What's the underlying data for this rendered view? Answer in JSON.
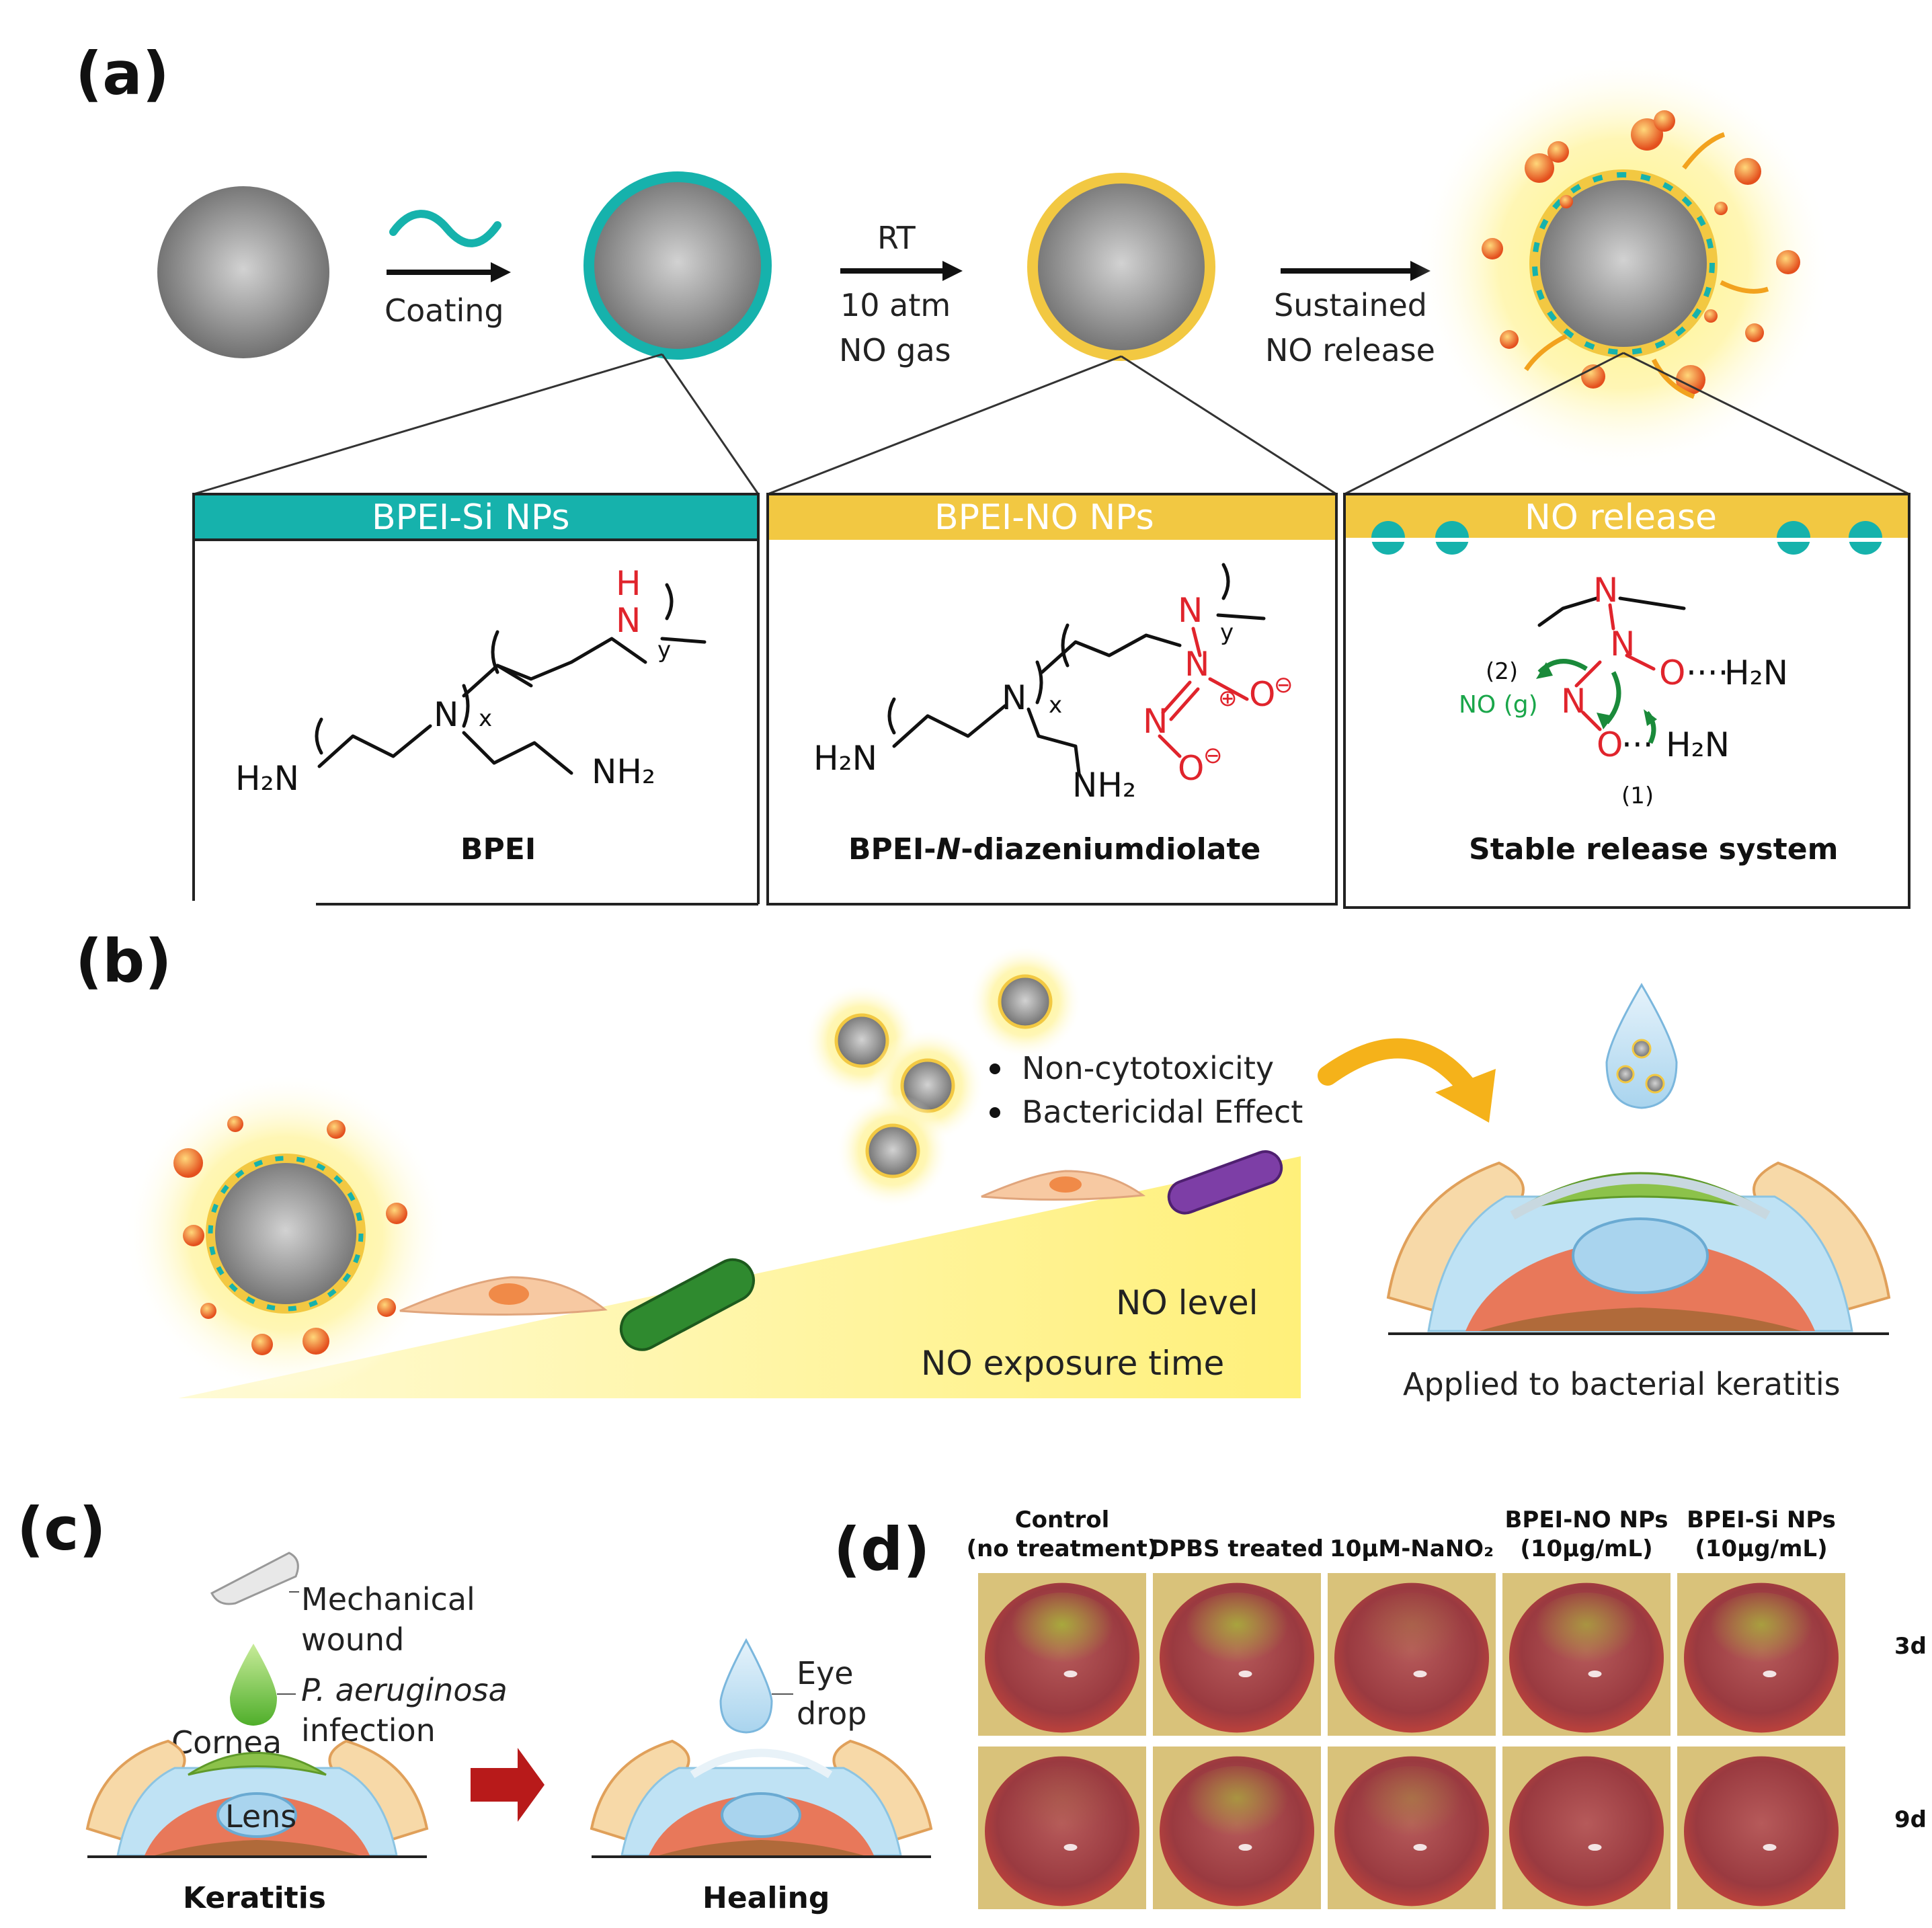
{
  "panels": {
    "a": "(a)",
    "b": "(b)",
    "c": "(c)",
    "d": "(d)"
  },
  "panel_a": {
    "step1": "Coating",
    "step2_line1": "RT",
    "step2_line2": "10 atm",
    "step2_line3": "NO gas",
    "step3_line1": "Sustained",
    "step3_line2": "NO release",
    "box1_header": "BPEI-Si NPs",
    "box1_caption": "BPEI",
    "box2_header": "BPEI-NO NPs",
    "box2_caption_pre": "BPEI-",
    "box2_caption_ital": "N",
    "box2_caption_post": "-diazeniumdiolate",
    "box3_header": "NO release",
    "box3_caption": "Stable release system",
    "chem": {
      "h2n": "H₂N",
      "nh2": "NH₂",
      "n": "N",
      "h": "H",
      "o": "O",
      "x": "x",
      "y": "y",
      "minus": "⊖",
      "plus": "⊕",
      "no_g": "NO (g)",
      "step1": "(1)",
      "step2": "(2)"
    },
    "colors": {
      "teal": "#16b2ac",
      "gold": "#f2c842",
      "red": "#e0242c",
      "green": "#1aa64a"
    }
  },
  "panel_b": {
    "bullet1": "Non-cytotoxicity",
    "bullet2": "Bactericidal Effect",
    "axis1": "NO level",
    "axis2": "NO exposure time",
    "applied": "Applied to bacterial keratitis"
  },
  "panel_c": {
    "mech1": "Mechanical",
    "mech2": "wound",
    "inf1": "P. aeruginosa",
    "inf2": "infection",
    "cornea": "Cornea",
    "lens": "Lens",
    "keratitis": "Keratitis",
    "eye1": "Eye",
    "eye2": "drop",
    "healing": "Healing"
  },
  "panel_d": {
    "columns": [
      {
        "line1": "Control",
        "line2": "(no treatment)"
      },
      {
        "line1": "",
        "line2": "DPBS treated"
      },
      {
        "line1": "",
        "line2": "10μM-NaNO₂"
      },
      {
        "line1": "BPEI-NO NPs",
        "line2": "(10μg/mL)"
      },
      {
        "line1": "BPEI-Si NPs",
        "line2": "(10μg/mL)"
      }
    ],
    "rows": [
      "3d",
      "9d"
    ]
  }
}
